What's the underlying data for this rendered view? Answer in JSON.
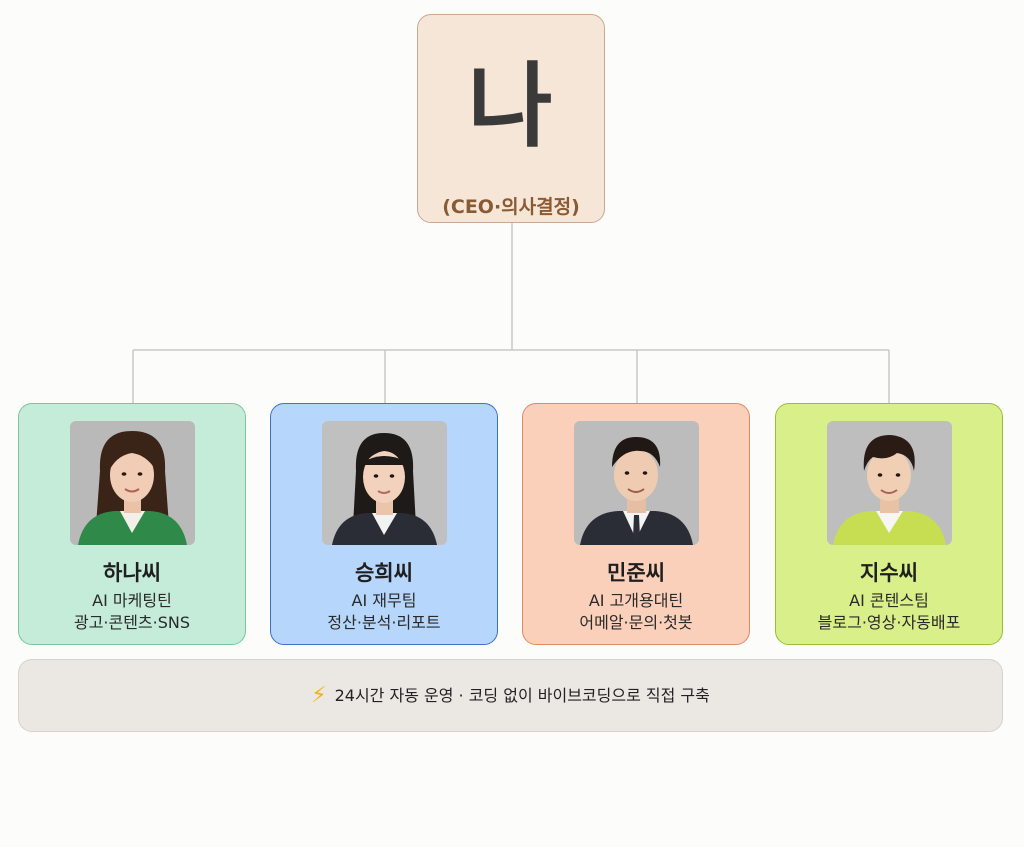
{
  "ceo": {
    "name": "나",
    "role": "(CEO·의사결정)"
  },
  "members": [
    {
      "name": "하나씨",
      "team": "AI 마케팅틴",
      "duties": "광고·콘텐츠·SNS",
      "card_bg": "#c4ecd8",
      "card_border": "#79c79b",
      "jacket_color": "#2f8a4a"
    },
    {
      "name": "승희씨",
      "team": "AI 재무팀",
      "duties": "정산·분석·리포트",
      "card_bg": "#b7d6fb",
      "card_border": "#3c74c6",
      "jacket_color": "#2a2d36"
    },
    {
      "name": "민준씨",
      "team": "AI 고개용대틴",
      "duties": "어메알·문의·첫봇",
      "card_bg": "#fbd0ba",
      "card_border": "#e08a66",
      "jacket_color": "#2a2d36"
    },
    {
      "name": "지수씨",
      "team": "AI 콘텐스팀",
      "duties": "블로그·영상·자동배포",
      "card_bg": "#d9f08a",
      "card_border": "#9cbe32",
      "jacket_color": "#c7de52"
    }
  ],
  "footer": {
    "icon": "lightning-bolt-icon",
    "text": "24시간 자동 운영 · 코딩 없이 바이브코딩으로 직접 구축"
  },
  "colors": {
    "connector": "#c8c8c8",
    "ceo_bg": "#f6e6d7",
    "ceo_border": "#c9a890",
    "ceo_role_text": "#8a5a32",
    "footer_bg": "#ebe7e3",
    "bolt": "#f2b21a"
  }
}
